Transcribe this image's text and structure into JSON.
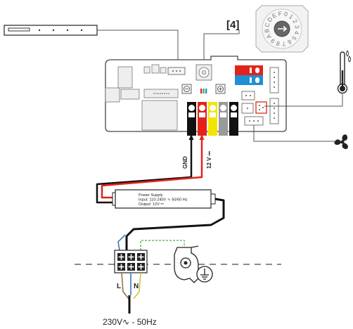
{
  "callout_label": "[4]",
  "dial_labels": [
    "0",
    "1",
    "2",
    "3",
    "4",
    "5",
    "6",
    "7",
    "8",
    "9",
    "A",
    "B",
    "C",
    "D",
    "E",
    "F"
  ],
  "wire_labels": {
    "gnd": "GND",
    "supply": "12 V ⎓"
  },
  "power_supply": {
    "title": "Power Supply",
    "input": "Input: 110-240V ∿ 50/60 Hz",
    "output": "Output: 12V ⎓"
  },
  "terminal_labels": {
    "line": "L",
    "neutral": "N"
  },
  "mains_label": "230V∿ - 50Hz",
  "colors": {
    "wire_red": "#e2231a",
    "wire_black": "#111111",
    "terminal_yellow": "#f2e600",
    "terminal_grey": "#9a9a9a",
    "connector_blue": "#1f8fd6",
    "connector_red": "#e2231a",
    "ground_green": "#3cb44b",
    "wire_blue": "#2d6fb7",
    "board_stroke": "#444444"
  },
  "icons": [
    "sensor-strip-icon",
    "rotary-dial-icon",
    "thermometer-humidity-icon",
    "fan-icon",
    "ground-symbol-icon",
    "mounting-bracket-icon",
    "power-supply-icon",
    "terminal-block-icon"
  ]
}
